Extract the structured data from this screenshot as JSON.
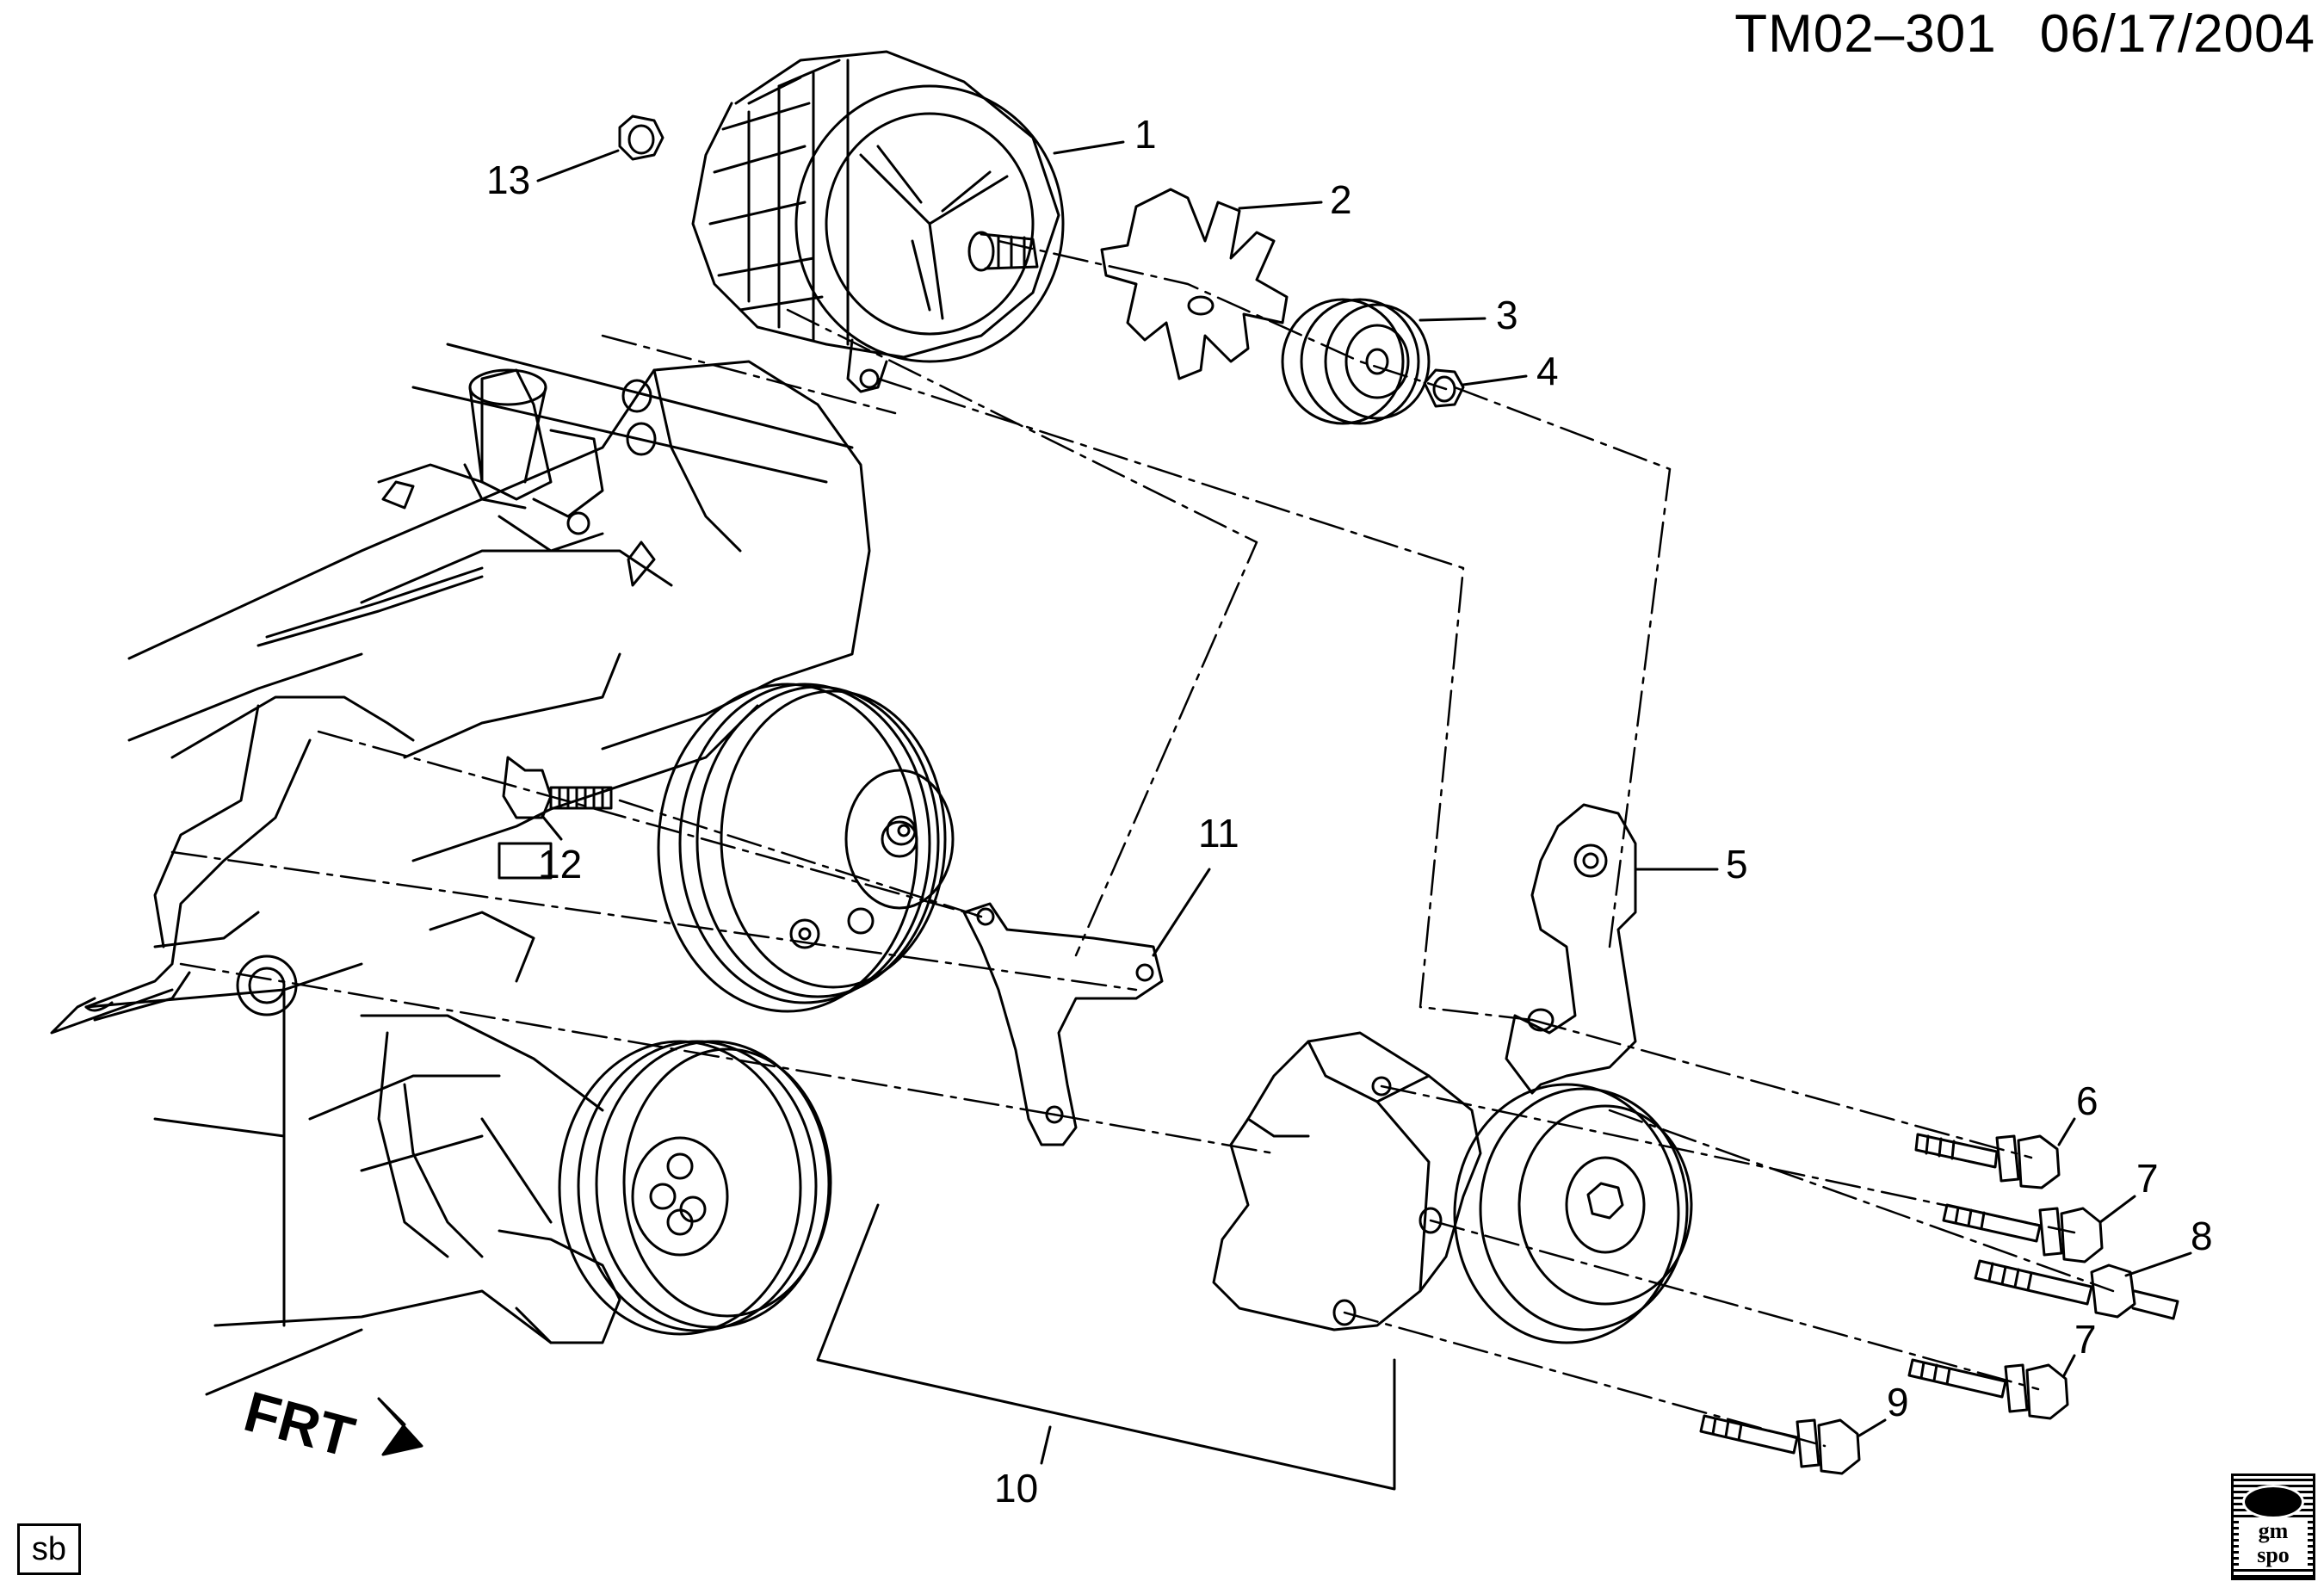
{
  "header": {
    "drawing_id": "TM02–301",
    "date": "06/17/2004"
  },
  "callouts": [
    "1",
    "2",
    "3",
    "4",
    "5",
    "6",
    "7",
    "8",
    "9",
    "10",
    "11",
    "12",
    "13",
    "7"
  ],
  "front_label": "FRT",
  "corner_tag": "sb",
  "logo": {
    "line1": "gm",
    "line2": "spo"
  }
}
